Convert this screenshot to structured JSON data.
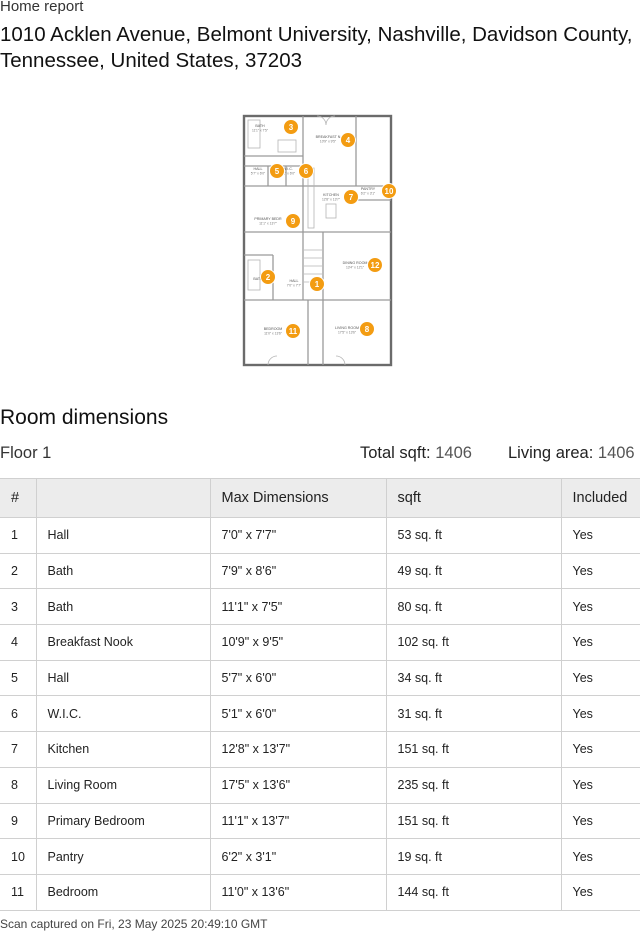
{
  "header": {
    "report_label": "Home report",
    "address": "1010 Acklen Avenue, Belmont University, Nashville, Davidson County, Tennessee, United States, 37203"
  },
  "floorplan": {
    "marker_color": "#f39c12",
    "labels": [
      {
        "id": "1",
        "name": "HALL",
        "dims": "7'0\" x 7'7\""
      },
      {
        "id": "2",
        "name": "BATH",
        "dims": ""
      },
      {
        "id": "3",
        "name": "BATH",
        "dims": "11'1\" x 7'5\""
      },
      {
        "id": "4",
        "name": "BREAKFAST N",
        "dims": "10'9\" x 9'5\""
      },
      {
        "id": "5",
        "name": "HALL",
        "dims": "5'7\" x 6'0\""
      },
      {
        "id": "6",
        "name": "W.I.C.",
        "dims": "5'1\" x 6'0\""
      },
      {
        "id": "7",
        "name": "KITCHEN",
        "dims": "12'8\" x 13'7\""
      },
      {
        "id": "8",
        "name": "LIVING ROOM",
        "dims": "17'5\" x 13'6\""
      },
      {
        "id": "9",
        "name": "PRIMARY BEDR",
        "dims": "11'1\" x 13'7\""
      },
      {
        "id": "10",
        "name": "PANTRY",
        "dims": "6'2\" x 3'1\""
      },
      {
        "id": "11",
        "name": "BEDROOM",
        "dims": "11'0\" x 13'6\""
      },
      {
        "id": "12",
        "name": "DINING ROOM",
        "dims": "13'4\" x 12'1\""
      }
    ]
  },
  "section": {
    "title": "Room dimensions",
    "floor_name": "Floor 1",
    "total_sqft_label": "Total sqft:",
    "total_sqft_value": "1406",
    "living_area_label": "Living area:",
    "living_area_value": "1406"
  },
  "table": {
    "headers": [
      "#",
      "",
      "Max Dimensions",
      "sqft",
      "Included"
    ],
    "rows": [
      {
        "num": "1",
        "room": "Hall",
        "dims": "7'0\" x 7'7\"",
        "sqft": "53 sq. ft",
        "included": "Yes"
      },
      {
        "num": "2",
        "room": "Bath",
        "dims": "7'9\" x 8'6\"",
        "sqft": "49 sq. ft",
        "included": "Yes"
      },
      {
        "num": "3",
        "room": "Bath",
        "dims": "11'1\" x 7'5\"",
        "sqft": "80 sq. ft",
        "included": "Yes"
      },
      {
        "num": "4",
        "room": "Breakfast Nook",
        "dims": "10'9\" x 9'5\"",
        "sqft": "102 sq. ft",
        "included": "Yes"
      },
      {
        "num": "5",
        "room": "Hall",
        "dims": "5'7\" x 6'0\"",
        "sqft": "34 sq. ft",
        "included": "Yes"
      },
      {
        "num": "6",
        "room": "W.I.C.",
        "dims": "5'1\" x 6'0\"",
        "sqft": "31 sq. ft",
        "included": "Yes"
      },
      {
        "num": "7",
        "room": "Kitchen",
        "dims": "12'8\" x 13'7\"",
        "sqft": "151 sq. ft",
        "included": "Yes"
      },
      {
        "num": "8",
        "room": "Living Room",
        "dims": "17'5\" x 13'6\"",
        "sqft": "235 sq. ft",
        "included": "Yes"
      },
      {
        "num": "9",
        "room": "Primary Bedroom",
        "dims": "11'1\" x 13'7\"",
        "sqft": "151 sq. ft",
        "included": "Yes"
      },
      {
        "num": "10",
        "room": "Pantry",
        "dims": "6'2\" x 3'1\"",
        "sqft": "19 sq. ft",
        "included": "Yes"
      },
      {
        "num": "11",
        "room": "Bedroom",
        "dims": "11'0\" x 13'6\"",
        "sqft": "144 sq. ft",
        "included": "Yes"
      }
    ]
  },
  "footer": {
    "scan_text": "Scan captured on Fri, 23 May 2025 20:49:10 GMT"
  }
}
